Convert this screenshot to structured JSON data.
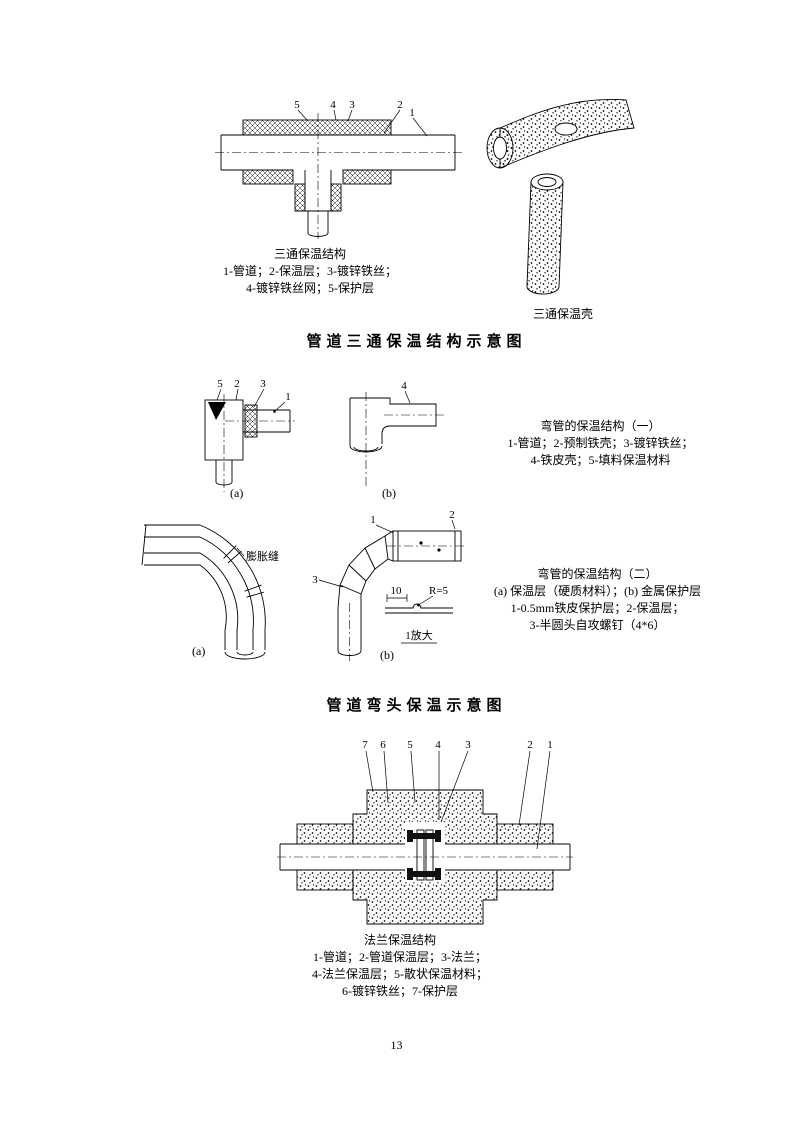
{
  "page": {
    "number": "13"
  },
  "tee": {
    "labels": [
      "5",
      "4",
      "3",
      "2",
      "1"
    ],
    "caption": {
      "title": "三通保温结构",
      "line1": "1-管道；2-保温层；3-镀锌铁丝；",
      "line2": "4-镀锌铁丝网；5-保护层"
    },
    "shell_caption": "三通保温壳",
    "heading": "管道三通保温结构示意图"
  },
  "elbow1": {
    "a_labels": [
      "5",
      "2",
      "3",
      "1"
    ],
    "b_label": "4",
    "sub_a": "(a)",
    "sub_b": "(b)",
    "caption": {
      "title": "弯管的保温结构（一）",
      "line1": "1-管道；2-预制铁壳；3-镀锌铁丝；",
      "line2": "4-铁皮壳；5-填料保温材料"
    }
  },
  "elbow2": {
    "expansion_joint": "膨胀缝",
    "b_labels": [
      "1",
      "2",
      "3"
    ],
    "dim": "10",
    "radius": "R=5",
    "detail_note": "1放大",
    "sub_a": "(a)",
    "sub_b": "(b)",
    "caption": {
      "title": "弯管的保温结构（二）",
      "line1": "(a) 保温层（硬质材料）；(b) 金属保护层",
      "line2": "1-0.5mm铁皮保护层；2-保温层；",
      "line3": "3-半圆头自攻螺钉（4*6）"
    },
    "heading": "管道弯头保温示意图"
  },
  "flange": {
    "labels": [
      "7",
      "6",
      "5",
      "4",
      "3",
      "2",
      "1"
    ],
    "caption": {
      "title": "法兰保温结构",
      "line1": "1-管道；2-管道保温层；3-法兰；",
      "line2": "4-法兰保温层；5-散状保温材料；",
      "line3": "6-镀锌铁丝；7-保护层"
    }
  }
}
